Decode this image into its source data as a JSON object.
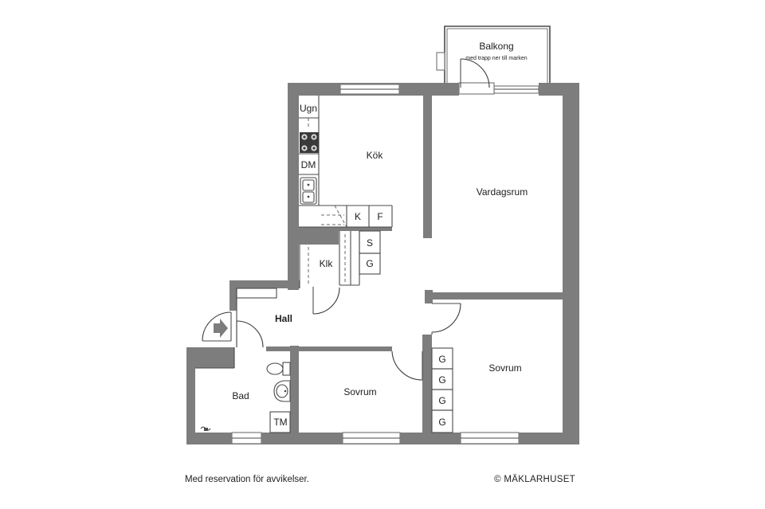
{
  "rooms": {
    "balcony": "Balkong",
    "balcony_note": "med trapp ner till marken",
    "kitchen": "Kök",
    "living_room": "Vardagsrum",
    "closet": "Klk",
    "hall": "Hall",
    "bedroom_1": "Sovrum",
    "bedroom_2": "Sovrum",
    "bathroom": "Bad"
  },
  "fixtures": {
    "oven": "Ugn",
    "dishwasher": "DM",
    "fridge": "K",
    "freezer": "F",
    "cabinet_s": "S",
    "cabinet_g": "G",
    "wardrobe_g": "G",
    "dryer": "TM"
  },
  "footer": {
    "disclaimer": "Med reservation för avvikelser.",
    "copyright": "© MÄKLARHUSET"
  },
  "colors": {
    "wall": "#7d7d7d",
    "background": "#ffffff"
  }
}
